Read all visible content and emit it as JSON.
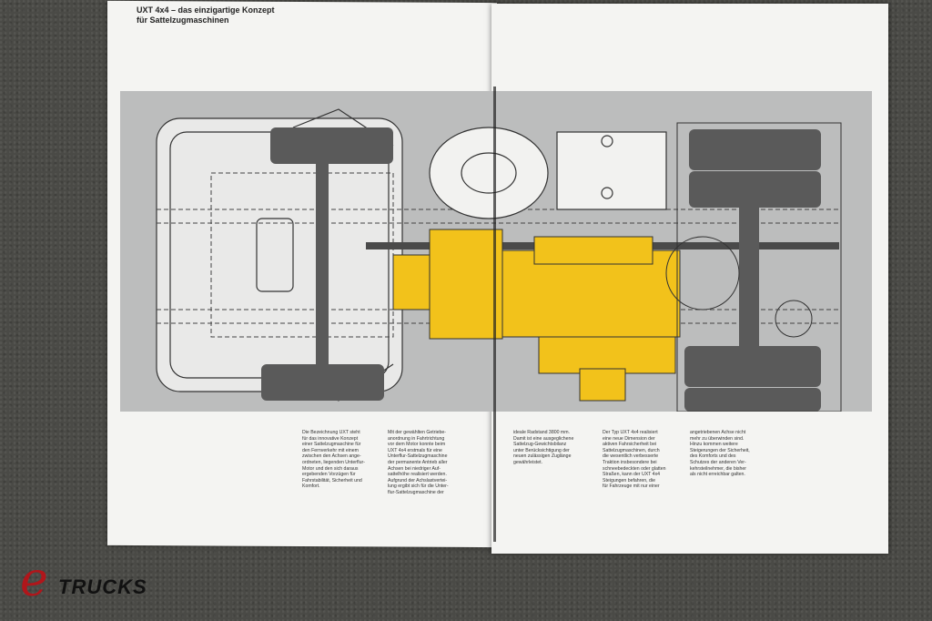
{
  "title": "UXT 4x4 – das einzigartige Konzept\nfür Sattelzugmaschinen",
  "columns": [
    "Die Bezeichnung UXT steht\nfür das innovative Konzept\neiner Sattelzugmaschine für\nden Fernverkehr mit einem\nzwischen den Achsen ange-\nordneten, liegenden Unterflur-\nMotor und den sich daraus\nergebenden Vorzügen für\nFahrstabilität, Sicherheit und\nKomfort.",
    "Mit der gewählten Getriebe-\nanordnung in Fahrtrichtung\nvor dem Motor konnte beim\nUXT 4x4 erstmals für eine\nUnterflur-Sattelzugmaschine\nder permanente Antrieb aller\nAchsen bei niedriger Auf-\nsattelhöhe realisiert werden.\nAufgrund der Achslastvertei-\nlung ergibt sich für die Unter-\nflur-Sattelzugmaschine der",
    "ideale Radstand 3800 mm.\nDamit ist eine ausgeglichene\nSattelzug-Gewichtsbilanz\nunter Berücksichtigung der\nneuen zulässigen Zuglänge\ngewährleistet.",
    "Der Typ UXT 4x4 realisiert\neine neue Dimension der\naktiven Fahrsicherheit bei\nSattelzugmaschinen, durch\ndie wesentlich verbesserte\nTraktion insbesondere bei\nschneebedeckten oder glatten\nStraßen, kann der UXT 4x4\nSteigungen befahren, die\nfür Fahrzeuge mit nur einer",
    "angetriebenen Achse nicht\nmehr zu überwinden sind.\nHinzu kommen weitere\nSteigerungen der Sicherheit,\ndes Komforts und des\nSchutzes der anderen Ver-\nkehrsteilnehmer, die bisher\nals nicht erreichbar galten."
  ],
  "logo": {
    "letter": "e",
    "text": "TRUCKS"
  },
  "colors": {
    "engine": "#f2c21b",
    "axle": "#5a5a5a",
    "band": "#bcbdbd"
  }
}
